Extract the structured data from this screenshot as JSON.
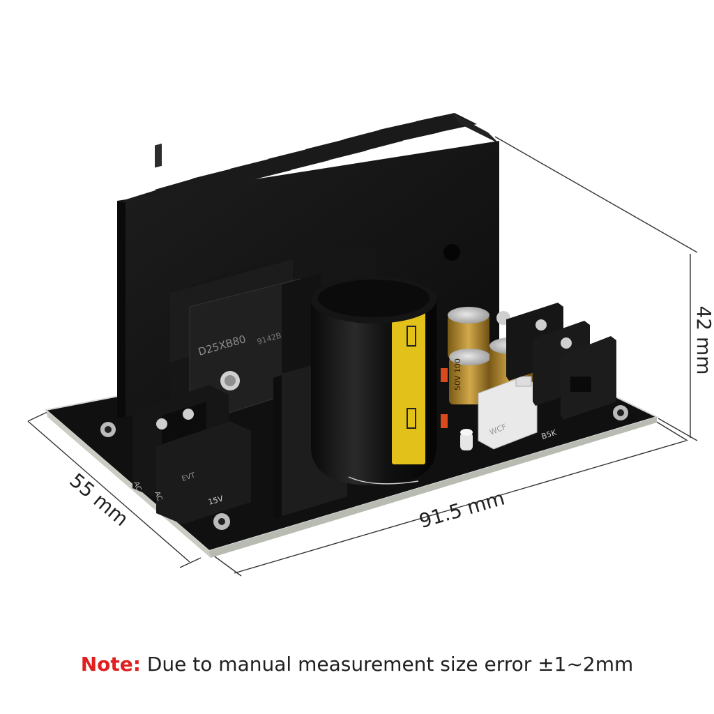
{
  "dimensions": {
    "width_label": "91.5 mm",
    "depth_label": "55 mm",
    "height_label": "42 mm"
  },
  "board_markings": {
    "rectifier_text": "D25XB80",
    "rectifier_code": "9142B",
    "voltage_text": "15V",
    "terminal_left_1": "AC",
    "terminal_left_2": "AC",
    "pot_text": "B5K"
  },
  "note": {
    "label": "Note:",
    "text": "Due to manual measurement size error ±1~2mm"
  },
  "colors": {
    "note_label": "#e02020",
    "capacitor_sleeve": "#e2c21a",
    "small_cap_gold": "#b58a2e",
    "pcb": "#111111",
    "heatsink": "#151515"
  }
}
